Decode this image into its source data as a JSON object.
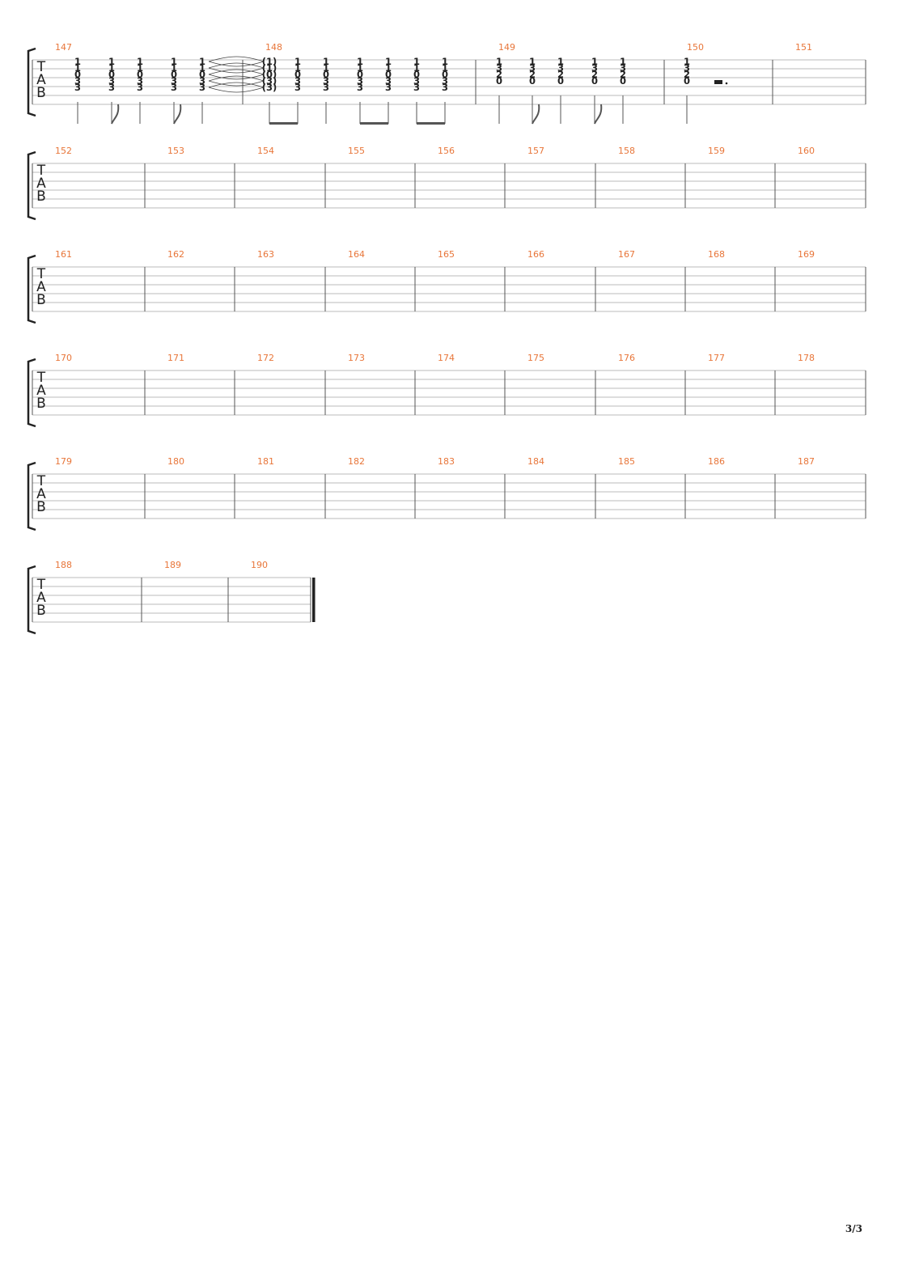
{
  "page": {
    "number": "3/3"
  },
  "tab_letters": [
    "T",
    "A",
    "B"
  ],
  "systems": [
    {
      "first_measure": 147,
      "measure_numbers": [
        "147",
        "148",
        "149",
        "150",
        "151"
      ]
    },
    {
      "first_measure": 152,
      "measure_numbers": [
        "152",
        "153",
        "154",
        "155",
        "156",
        "157",
        "158",
        "159",
        "160"
      ]
    },
    {
      "first_measure": 161,
      "measure_numbers": [
        "161",
        "162",
        "163",
        "164",
        "165",
        "166",
        "167",
        "168",
        "169"
      ]
    },
    {
      "first_measure": 170,
      "measure_numbers": [
        "170",
        "171",
        "172",
        "173",
        "174",
        "175",
        "176",
        "177",
        "178"
      ]
    },
    {
      "first_measure": 179,
      "measure_numbers": [
        "179",
        "180",
        "181",
        "182",
        "183",
        "184",
        "185",
        "186",
        "187"
      ]
    },
    {
      "first_measure": 188,
      "measure_numbers": [
        "188",
        "189",
        "190"
      ]
    }
  ],
  "notes": {
    "m147": [
      [
        "1",
        "1",
        "0",
        "3",
        "3"
      ],
      [
        "1",
        "1",
        "0",
        "3",
        "3"
      ],
      [
        "1",
        "1",
        "0",
        "3",
        "3"
      ],
      [
        "1",
        "1",
        "0",
        "3",
        "3"
      ],
      [
        "1",
        "1",
        "0",
        "3",
        "3"
      ]
    ],
    "m148": [
      [
        "(1)",
        "(1)",
        "(0)",
        "(3)",
        "(3)"
      ],
      [
        "1",
        "1",
        "0",
        "3",
        "3"
      ],
      [
        "1",
        "1",
        "0",
        "3",
        "3"
      ],
      [
        "1",
        "1",
        "0",
        "3",
        "3"
      ],
      [
        "1",
        "1",
        "0",
        "3",
        "3"
      ],
      [
        "1",
        "1",
        "0",
        "3",
        "3"
      ],
      [
        "1",
        "1",
        "0",
        "3",
        "3"
      ]
    ],
    "m149": [
      [
        "1",
        "3",
        "2",
        "0"
      ],
      [
        "1",
        "3",
        "2",
        "0"
      ],
      [
        "1",
        "3",
        "2",
        "0"
      ],
      [
        "1",
        "3",
        "2",
        "0"
      ],
      [
        "1",
        "3",
        "2",
        "0"
      ]
    ],
    "m150": [
      [
        "1",
        "3",
        "2",
        "0"
      ]
    ]
  },
  "colors": {
    "measure_number": "#e8763a",
    "staff_line": "#bbbbbb",
    "barline": "#555555",
    "ink": "#222222"
  }
}
